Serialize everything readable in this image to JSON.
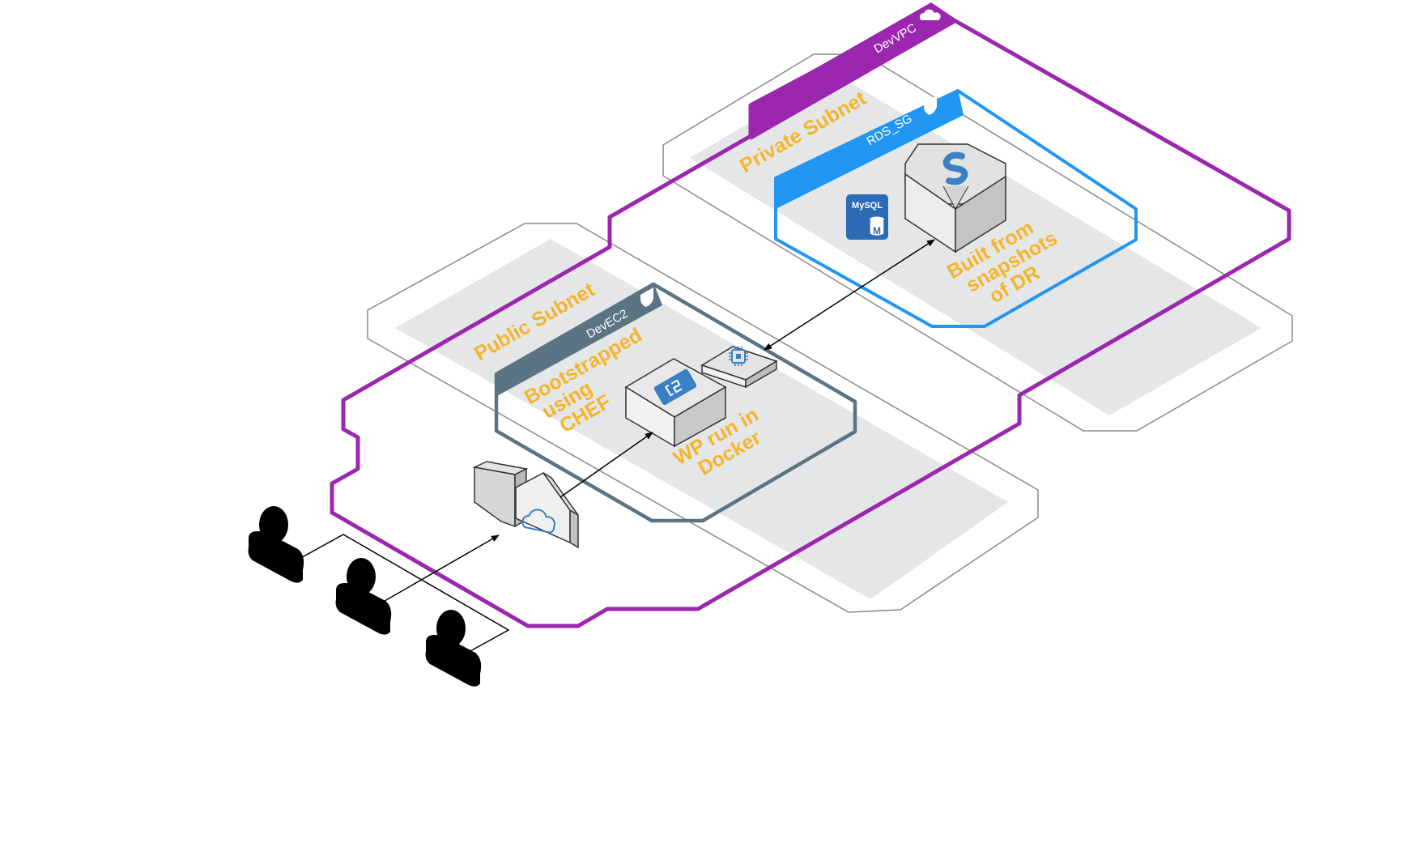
{
  "vpc": {
    "label": "DevVPC",
    "color": "#9b27af",
    "icon": "cloud-icon"
  },
  "public_subnet": {
    "label": "Public Subnet",
    "color": "#f5b52b"
  },
  "private_subnet": {
    "label": "Private Subnet",
    "color": "#f5b52b"
  },
  "ec2_group": {
    "label": "DevEC2",
    "color": "#5a7484",
    "icon": "shield-icon",
    "notes": [
      "Bootstrapped",
      "using",
      "CHEF"
    ]
  },
  "container_node": {
    "icon": "container-icon",
    "notes": [
      "WP run in",
      "Docker"
    ]
  },
  "chip_node": {
    "icon": "chip-icon"
  },
  "rds_group": {
    "label": "RDS_SG",
    "color": "#2196f3",
    "icon": "shield-icon"
  },
  "database": {
    "icon": "mysql-icon",
    "badge": "MySQL",
    "sub_badge": "M"
  },
  "rds_node": {
    "icon": "rds-icon",
    "notes": [
      "Built from",
      "snapshots",
      "of DR"
    ]
  },
  "gateway": {
    "icon": "internet-gateway-cloud-icon"
  },
  "users": {
    "icon": "user-icon",
    "count": 3
  }
}
